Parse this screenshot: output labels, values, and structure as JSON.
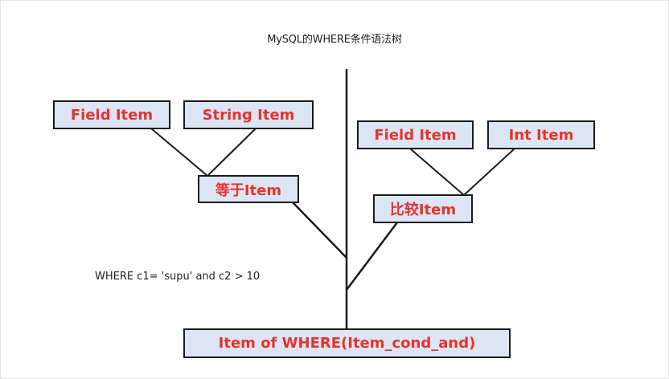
{
  "title": "MySQL的WHERE条件语法树",
  "where_clause": "WHERE c1= 'supu' and c2 > 10",
  "colors": {
    "node_fill": "#dce5f4",
    "node_border": "#1a1a1a",
    "node_text": "#e8322b",
    "edge": "#1a1a1a"
  },
  "nodes": {
    "field_item_left": "Field Item",
    "string_item": "String Item",
    "equal_item": "等于Item",
    "field_item_right": "Field Item",
    "int_item": "Int Item",
    "compare_item": "比较Item",
    "root": "Item of WHERE(Item_cond_and)"
  },
  "edges": [
    {
      "from": "field_item_left",
      "to": "equal_item"
    },
    {
      "from": "string_item",
      "to": "equal_item"
    },
    {
      "from": "field_item_right",
      "to": "compare_item"
    },
    {
      "from": "int_item",
      "to": "compare_item"
    },
    {
      "from": "equal_item",
      "to": "root"
    },
    {
      "from": "compare_item",
      "to": "root"
    }
  ]
}
